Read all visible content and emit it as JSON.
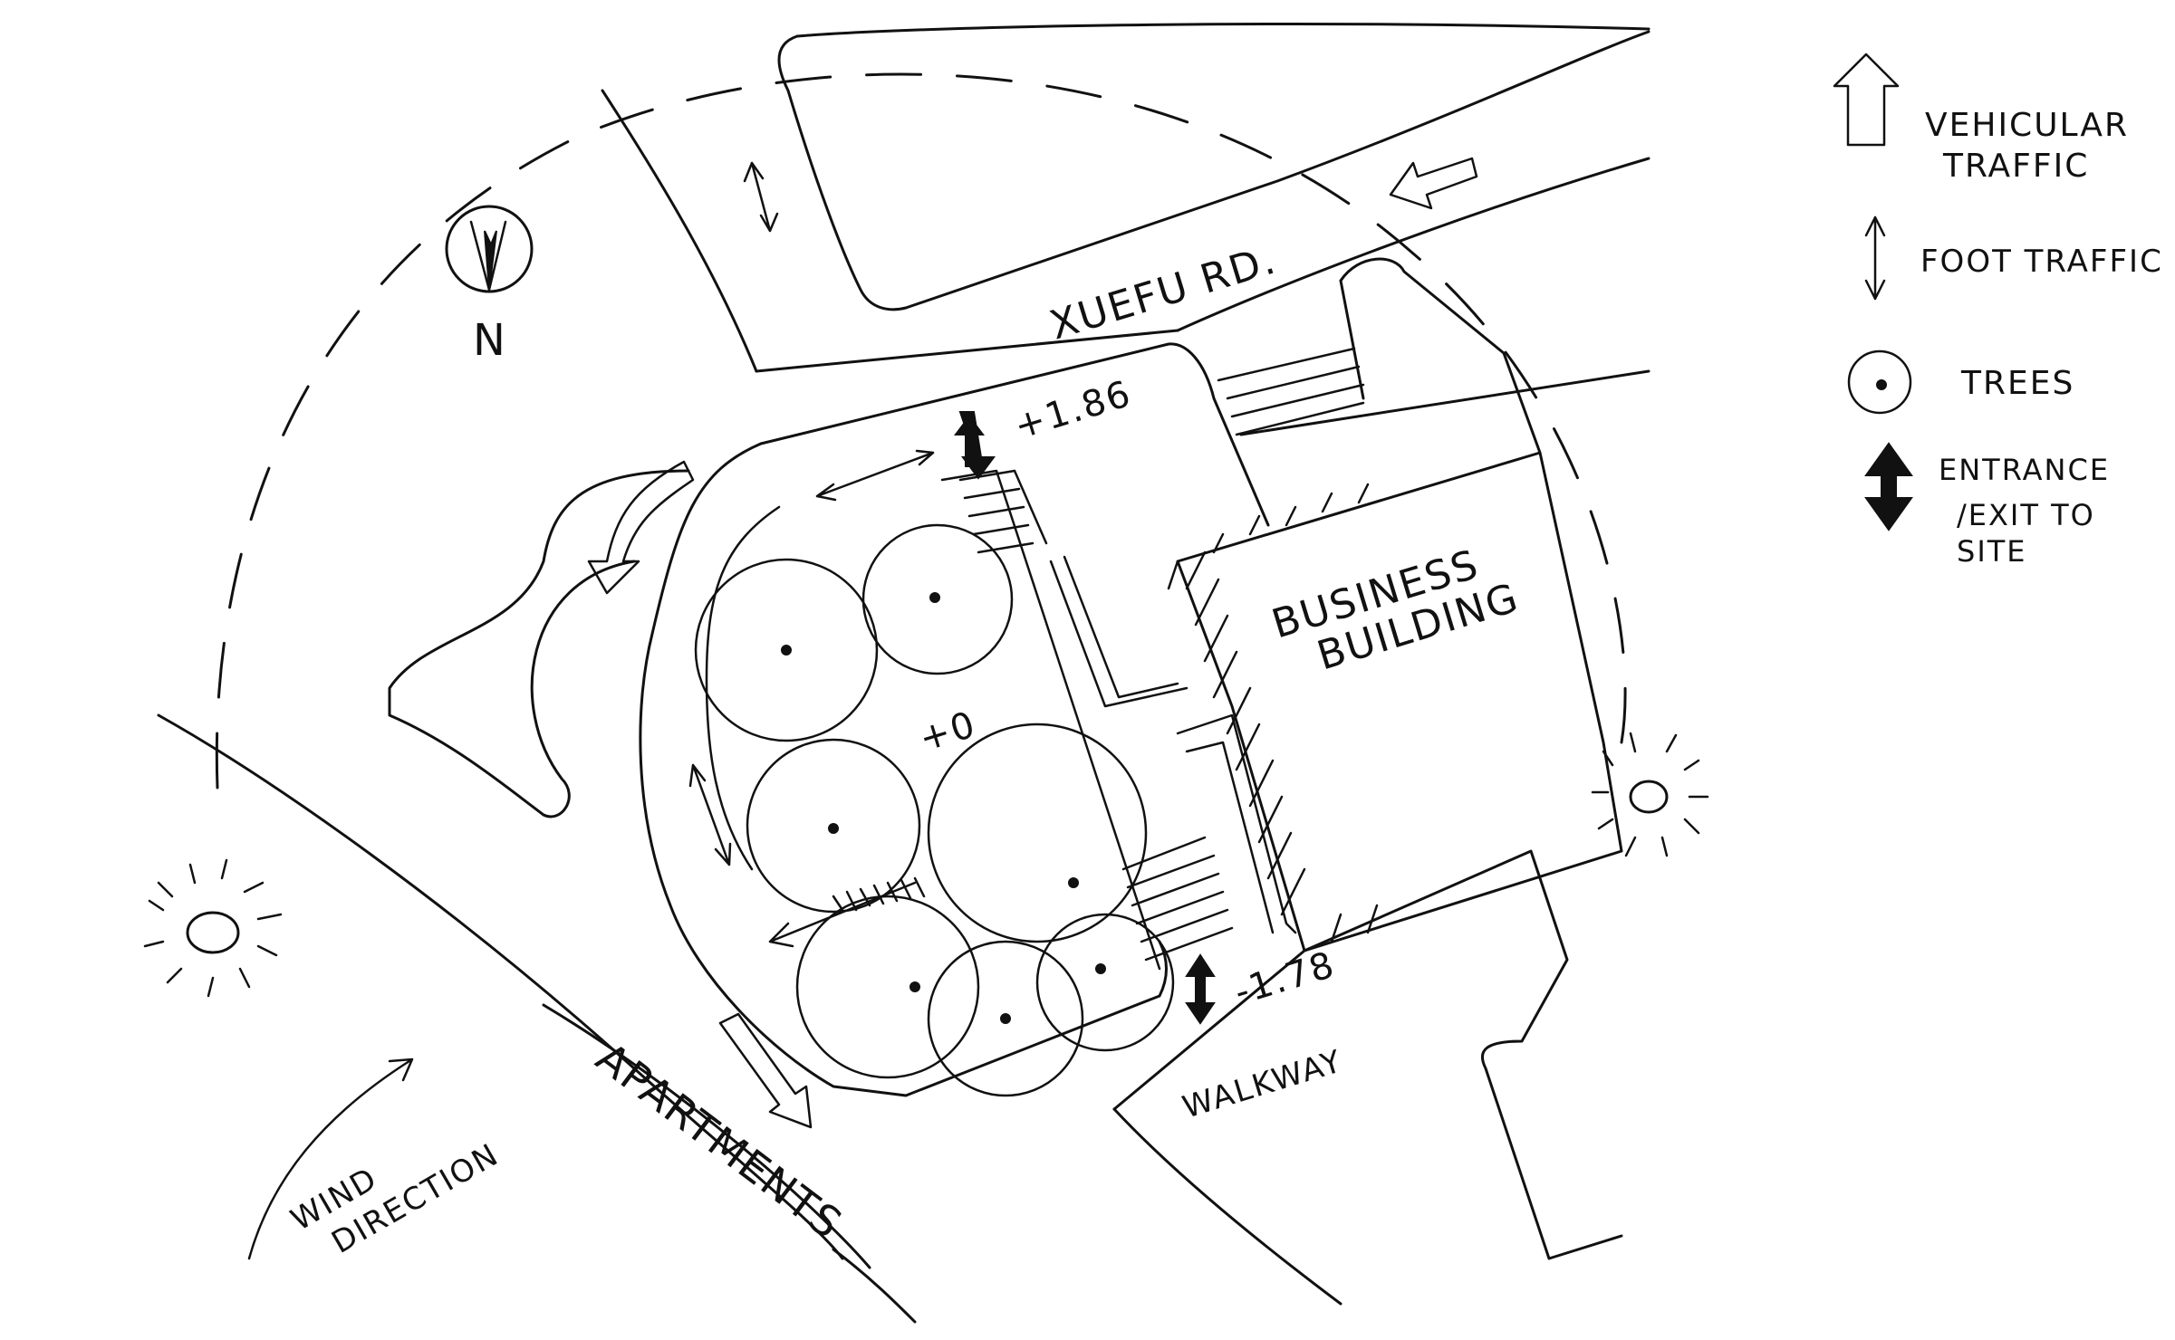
{
  "plan": {
    "road_label": "XUEFU RD.",
    "building_label_line1": "BUSINESS",
    "building_label_line2": "BUILDING",
    "walkway_label": "WALKWAY",
    "apartments_label": "APARTMENTS",
    "wind_label_line1": "WIND",
    "wind_label_line2": "DIRECTION",
    "north_label": "N",
    "elevation_top": "+1.86",
    "elevation_center": "+0",
    "elevation_bottom": "-1.78"
  },
  "legend": {
    "vehicular_line1": "VEHICULAR",
    "vehicular_line2": "TRAFFIC",
    "foot": "FOOT TRAFFIC",
    "trees": "TREES",
    "entrance_line1": "ENTRANCE",
    "entrance_line2": "/EXIT TO",
    "entrance_line3": "SITE"
  },
  "icons": [
    "north-arrow-icon",
    "sun-icon",
    "tree-icon",
    "vehicular-arrow-icon",
    "foot-traffic-arrow-icon",
    "entrance-arrow-icon",
    "wind-arrow-icon"
  ]
}
